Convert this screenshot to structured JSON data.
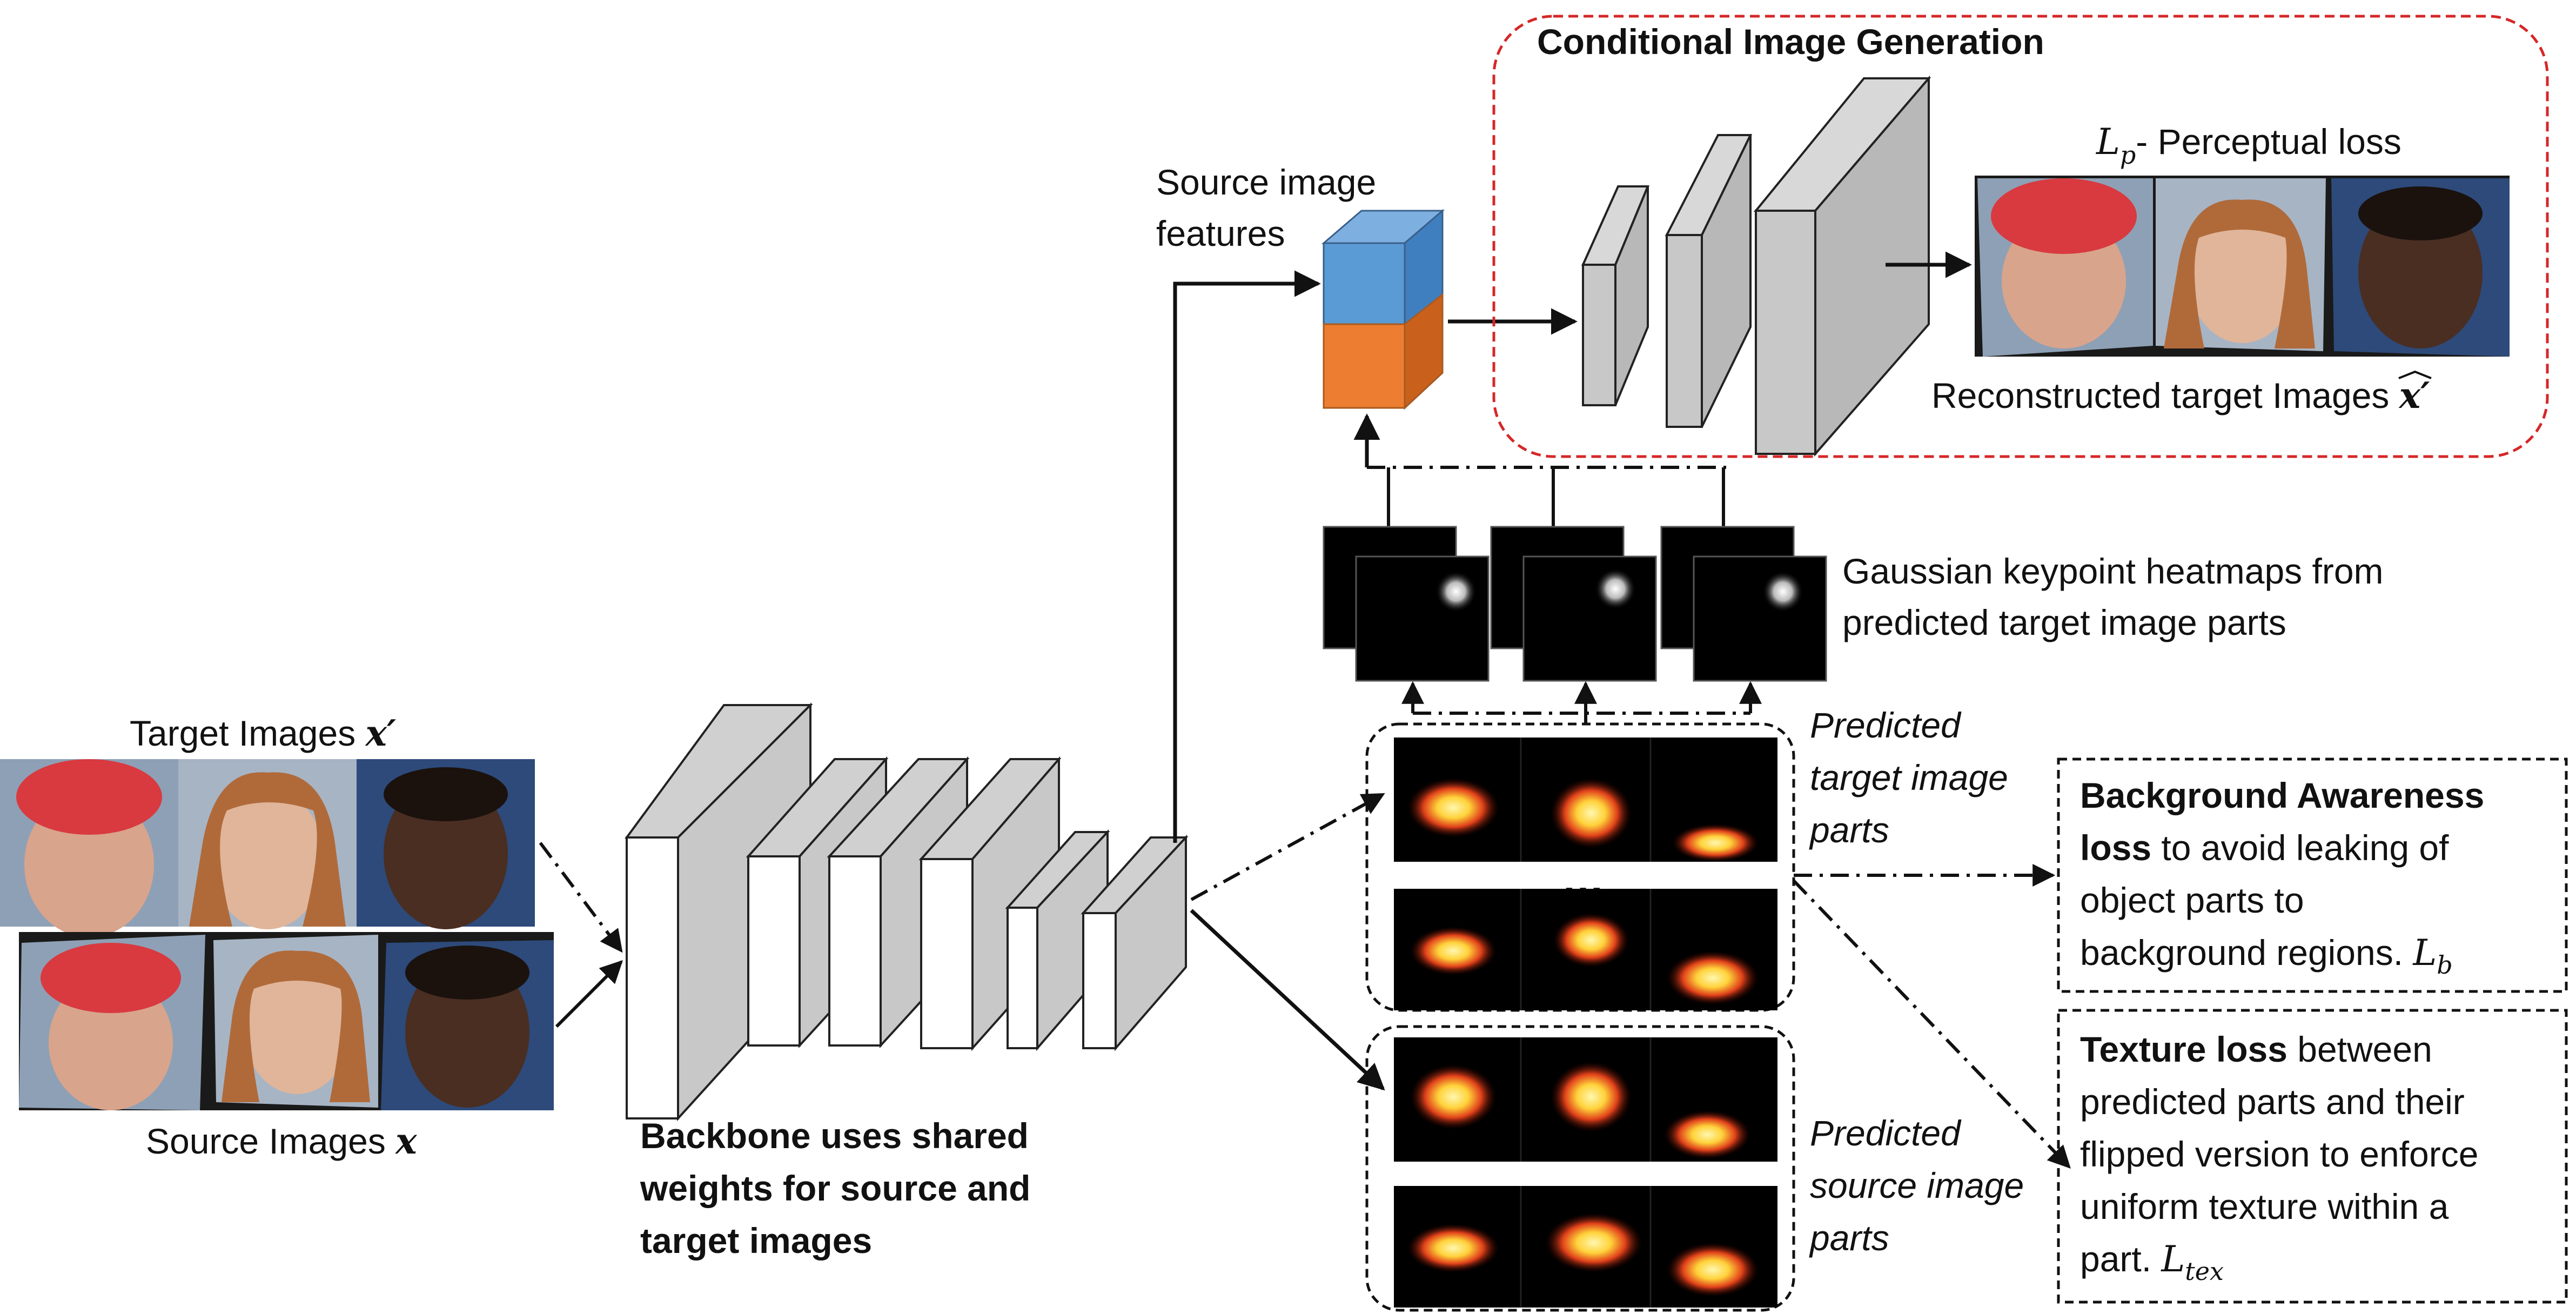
{
  "labels": {
    "target_images": "Target Images",
    "target_symbol": "x′",
    "source_images": "Source Images",
    "source_symbol": "x",
    "backbone_line1": "Backbone uses shared",
    "backbone_line2": "weights for source and",
    "backbone_line3": "target images",
    "source_features_line1": "Source image",
    "source_features_line2": "features",
    "cig_title": "Conditional Image Generation",
    "perceptual_symbol": "L",
    "perceptual_sub": "p",
    "perceptual_text": "- Perceptual loss",
    "reconstructed_text": "Reconstructed target Images",
    "reconstructed_symbol": "x′",
    "heatmaps_line1": "Gaussian keypoint heatmaps from",
    "heatmaps_line2": "predicted target image parts",
    "pred_target_line1": "Predicted",
    "pred_target_line2": "target image",
    "pred_target_line3": "parts",
    "pred_source_line1": "Predicted",
    "pred_source_line2": "source image",
    "pred_source_line3": "parts",
    "ellipsis": "…",
    "bg_bold1": "Background Awareness",
    "bg_bold2": "loss",
    "bg_rest2": " to avoid leaking of",
    "bg_line3": "object parts to",
    "bg_line4": "background regions.",
    "bg_symbol": "L",
    "bg_sub": "b",
    "tex_bold": "Texture loss",
    "tex_rest1": " between",
    "tex_line2": "predicted parts and their",
    "tex_line3": "flipped version to enforce",
    "tex_line4": "uniform texture within a",
    "tex_line5": "part.",
    "tex_symbol": "L",
    "tex_sub": "tex"
  },
  "colors": {
    "feature_top": "#5b9bd5",
    "feature_bottom": "#ed7d31",
    "generator_block": "#c8c8c8",
    "backbone_front": "#ffffff",
    "cig_border": "#d62728",
    "heat_hot": "#ffe066",
    "heat_bg": "#000000"
  }
}
